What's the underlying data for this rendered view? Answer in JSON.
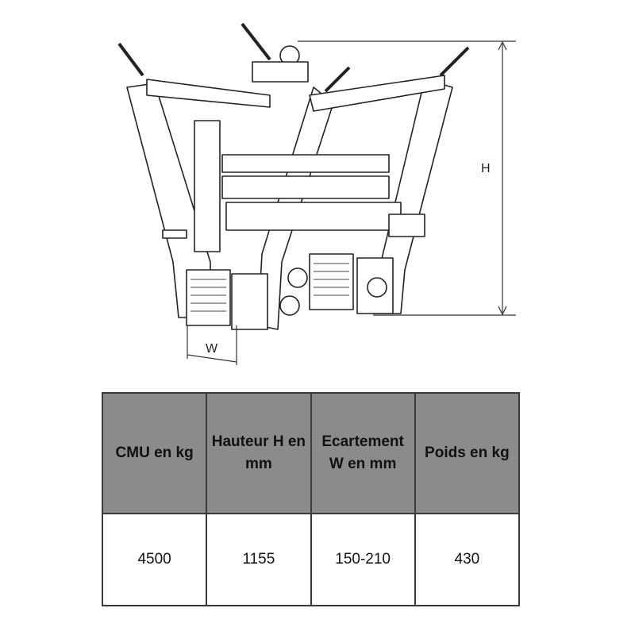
{
  "drawing": {
    "height_label": "H",
    "width_label": "W"
  },
  "table": {
    "headers": [
      "CMU en kg",
      "Hauteur H en mm",
      "Ecartement W en mm",
      "Poids en kg"
    ],
    "rows": [
      [
        "4500",
        "1155",
        "150-210",
        "430"
      ]
    ]
  },
  "colors": {
    "header_bg": "#8b8b8b",
    "line": "#3a3a3a"
  }
}
